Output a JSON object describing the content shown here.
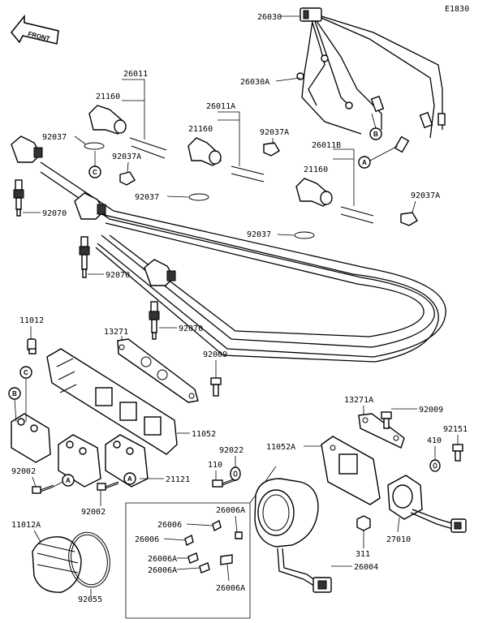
{
  "diagram": {
    "code": "E1830",
    "front_label": "FRONT",
    "part_numbers": {
      "harness": "26030",
      "harness_sub": "26030A",
      "lead_1": "26011",
      "lead_2": "26011A",
      "lead_3": "26011B",
      "cap_1": "21160",
      "cap_2": "21160",
      "cap_3": "21160",
      "clamp_1": "92037",
      "clamp_2": "92037",
      "clamp_3": "92037",
      "clamp_a_1": "92037A",
      "clamp_a_2": "92037A",
      "clamp_a_3": "92037A",
      "plug_1": "92070",
      "plug_2": "92070",
      "plug_3": "92070",
      "cap_small": "11012",
      "gasket": "13271",
      "gasket_a": "13271A",
      "bolt_1": "92009",
      "bolt_2": "92009",
      "bracket": "11052",
      "bracket_a": "11052A",
      "screw_1": "92002",
      "screw_2": "92002",
      "coil": "21121",
      "washer": "92022",
      "bolt_110": "110",
      "cap_large": "11012A",
      "oring": "92055",
      "terminal_1": "26006",
      "terminal_2": "26006",
      "terminal_a_1": "26006A",
      "terminal_a_2": "26006A",
      "terminal_a_3": "26006A",
      "terminal_a_4": "26006A",
      "connector": "26004",
      "bolt_92151": "92151",
      "washer_410": "410",
      "switch": "27010",
      "nut": "311"
    },
    "callouts": {
      "a_1": "A",
      "a_2": "A",
      "a_3": "A",
      "b_1": "B",
      "b_2": "B",
      "c_1": "C",
      "c_2": "C"
    }
  }
}
